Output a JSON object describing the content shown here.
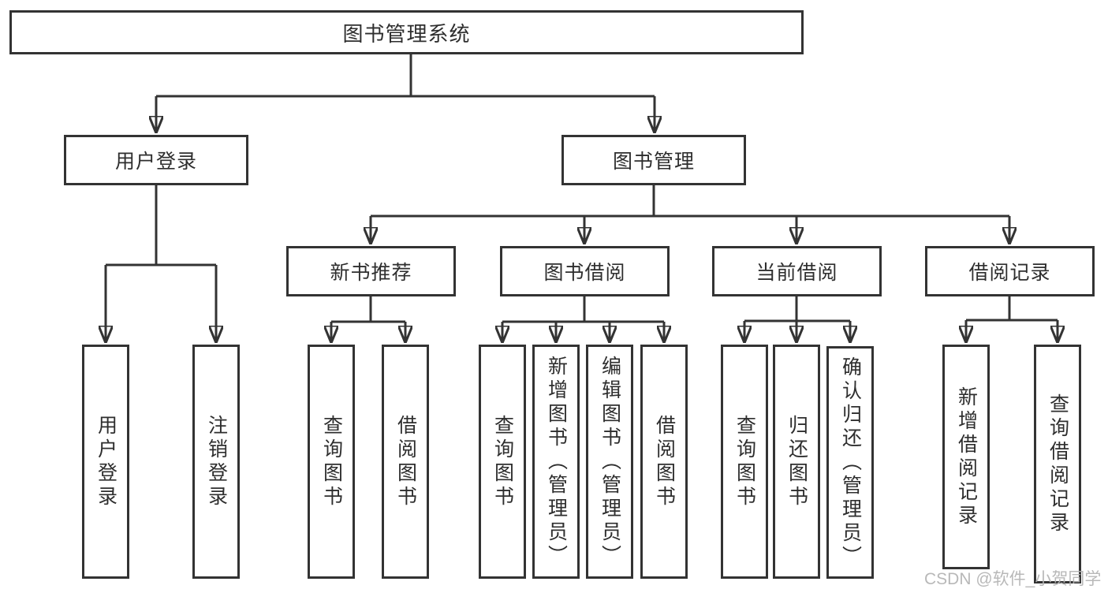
{
  "diagram_title": "图书管理系统",
  "colors": {
    "line": "#333333",
    "text": "#2e2e2e",
    "background": "#ffffff",
    "watermark": "#b3b3b3"
  },
  "nodes": {
    "root": {
      "label": "图书管理系统"
    },
    "user_login": {
      "label": "用户登录"
    },
    "book_mgmt": {
      "label": "图书管理"
    },
    "new_books": {
      "label": "新书推荐"
    },
    "book_borrow": {
      "label": "图书借阅"
    },
    "current_borrow": {
      "label": "当前借阅"
    },
    "borrow_records": {
      "label": "借阅记录"
    },
    "leaf_user_login": {
      "label": "用户登录"
    },
    "leaf_logout": {
      "label": "注销登录"
    },
    "leaf_nb_query": {
      "label": "查询图书"
    },
    "leaf_nb_borrow": {
      "label": "借阅图书"
    },
    "leaf_bb_query": {
      "label": "查询图书"
    },
    "leaf_bb_add": {
      "label": "新增图书（管理员）"
    },
    "leaf_bb_edit": {
      "label": "编辑图书（管理员）"
    },
    "leaf_bb_borrow": {
      "label": "借阅图书"
    },
    "leaf_cb_query": {
      "label": "查询图书"
    },
    "leaf_cb_return": {
      "label": "归还图书"
    },
    "leaf_cb_confirm": {
      "label": "确认归还（管理员）"
    },
    "leaf_br_add": {
      "label": "新增借阅记录"
    },
    "leaf_br_query": {
      "label": "查询借阅记录"
    }
  },
  "edges": [
    [
      "图书管理系统",
      "用户登录"
    ],
    [
      "图书管理系统",
      "图书管理"
    ],
    [
      "用户登录",
      "用户登录"
    ],
    [
      "用户登录",
      "注销登录"
    ],
    [
      "图书管理",
      "新书推荐"
    ],
    [
      "图书管理",
      "图书借阅"
    ],
    [
      "图书管理",
      "当前借阅"
    ],
    [
      "图书管理",
      "借阅记录"
    ],
    [
      "新书推荐",
      "查询图书"
    ],
    [
      "新书推荐",
      "借阅图书"
    ],
    [
      "图书借阅",
      "查询图书"
    ],
    [
      "图书借阅",
      "新增图书（管理员）"
    ],
    [
      "图书借阅",
      "编辑图书（管理员）"
    ],
    [
      "图书借阅",
      "借阅图书"
    ],
    [
      "当前借阅",
      "查询图书"
    ],
    [
      "当前借阅",
      "归还图书"
    ],
    [
      "当前借阅",
      "确认归还（管理员）"
    ],
    [
      "借阅记录",
      "新增借阅记录"
    ],
    [
      "借阅记录",
      "查询借阅记录"
    ]
  ],
  "watermark": "CSDN @软件_小贺同学"
}
